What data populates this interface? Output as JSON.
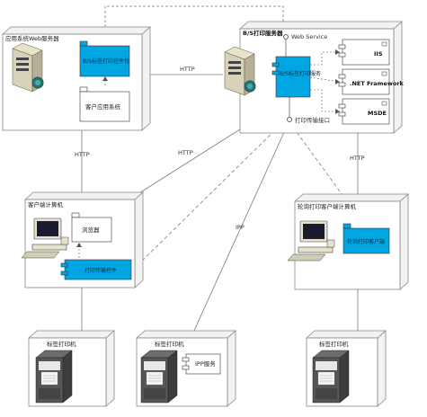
{
  "nodes": {
    "app_server": {
      "title": "应用系统Web服务器",
      "package": "B/S标签打印控件包",
      "sub": "客户应用系统"
    },
    "print_server": {
      "title": "B/S打印服务器",
      "service": "B/S标签打印服务",
      "iis": "IIS",
      "netfw": ".NET Framework",
      "msde": "MSDE",
      "web_service": "Web Service",
      "interface": "打印传输接口"
    },
    "client_pc": {
      "title": "客户端计算机",
      "browser": "浏览器",
      "control": "打印传输控件"
    },
    "poll_pc": {
      "title": "轮询打印客户端计算机",
      "client": "轮询打印客户端"
    },
    "printer_left": {
      "title": "标签打印机"
    },
    "printer_mid": {
      "title": "标签打印机",
      "service": "IPP服务"
    },
    "printer_right": {
      "title": "标签打印机"
    }
  },
  "edges": {
    "http_top": "HTTP",
    "http_left": "HTTP",
    "http_mid": "HTTP",
    "http_right": "HTTP",
    "ipp": "IPP"
  },
  "colors": {
    "component_fill": "#00A6E2",
    "node_front": "#FFFFFF",
    "node_side": "#F4F4F4",
    "line": "#808080"
  }
}
